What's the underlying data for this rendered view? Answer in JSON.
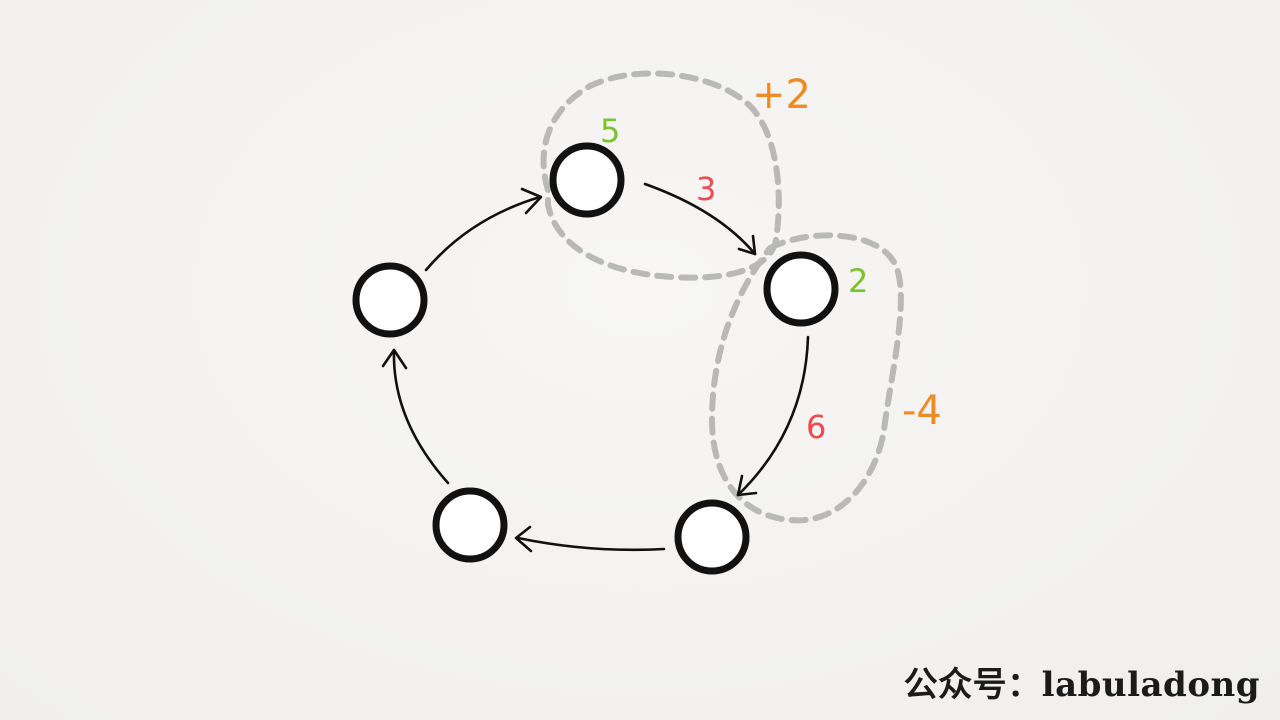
{
  "diagram": {
    "labels": {
      "gain_top": "5",
      "gain_right": "2",
      "edge_top_right": "3",
      "edge_right_bottom": "6",
      "delta_top": "+2",
      "delta_right": "-4"
    },
    "colors": {
      "edge_weight": "#ee4a4f",
      "gain": "#7bc32a",
      "delta": "#f08a24",
      "outline": "#b9b9b7",
      "stroke": "#111111"
    }
  },
  "watermark": "公众号：labuladong"
}
